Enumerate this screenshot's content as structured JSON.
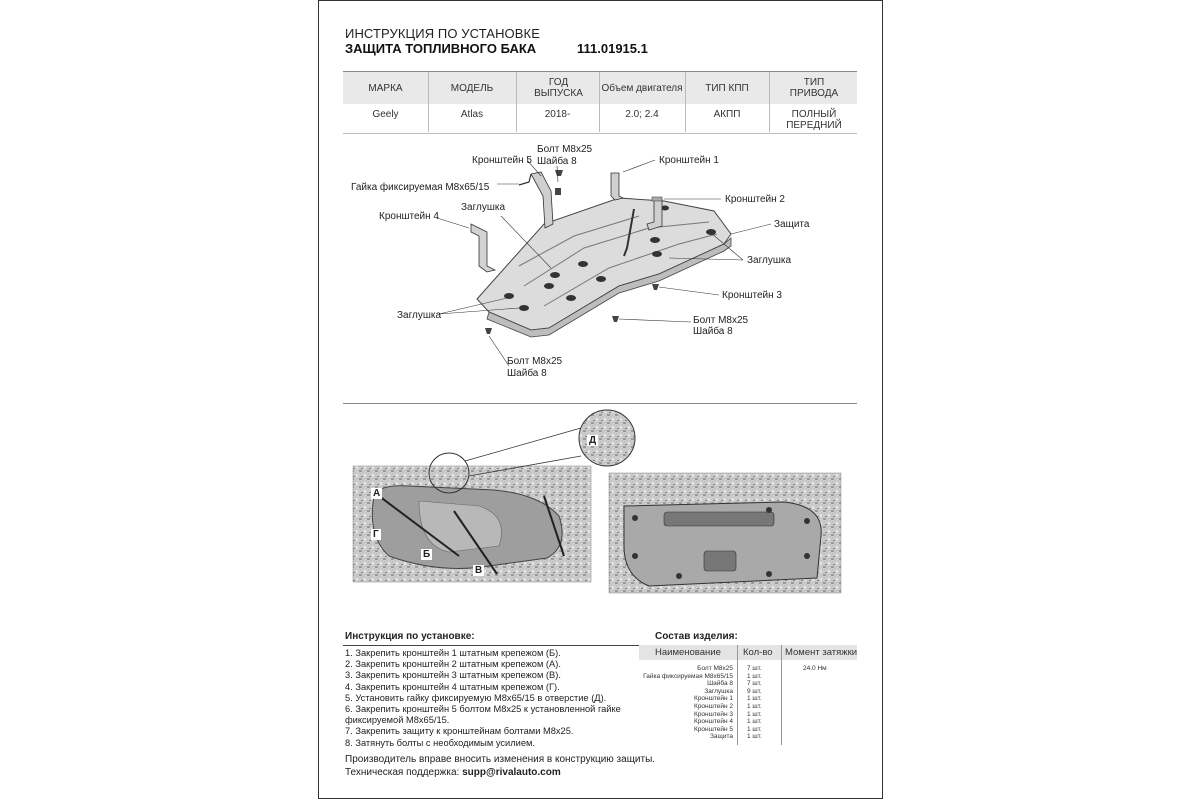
{
  "header": {
    "line1": "ИНСТРУКЦИЯ ПО УСТАНОВКЕ",
    "line2": "ЗАЩИТА ТОПЛИВНОГО БАКА",
    "part_number": "111.01915.1"
  },
  "spec_table": {
    "headers": [
      "МАРКА",
      "МОДЕЛЬ",
      "ГОД ВЫПУСКА",
      "Объем двигателя",
      "ТИП КПП",
      "ТИП ПРИВОДА"
    ],
    "values": [
      "Geely",
      "Atlas",
      "2018-",
      "2.0; 2.4",
      "АКПП",
      "ПОЛНЫЙ ПЕРЕДНИЙ"
    ]
  },
  "diagram": {
    "labels": {
      "kr5": "Кронштейн 5",
      "bolt_top": "Болт М8х25",
      "washer_top": "Шайба 8",
      "kr1": "Кронштейн 1",
      "nut": "Гайка фиксируемая М8х65/15",
      "kr2": "Кронштейн 2",
      "plug_top": "Заглушка",
      "kr4": "Кронштейн 4",
      "guard": "Защита",
      "plug_right": "Заглушка",
      "kr3": "Кронштейн 3",
      "plug_left": "Заглушка",
      "bolt_right": "Болт М8х25",
      "washer_right": "Шайба 8",
      "bolt_bottom": "Болт М8х25",
      "washer_bottom": "Шайба 8"
    }
  },
  "photos": {
    "letters": [
      "А",
      "Б",
      "В",
      "Г",
      "Д"
    ]
  },
  "instructions": {
    "title": "Инструкция по установке:",
    "steps": [
      "1. Закрепить кронштейн 1 штатным крепежом (Б).",
      "2. Закрепить кронштейн 2 штатным крепежом (А).",
      "3. Закрепить кронштейн 3 штатным крепежом (В).",
      "4. Закрепить кронштейн 4 штатным крепежом (Г).",
      "5. Установить гайку фиксируемую М8х65/15 в отверстие (Д).",
      "6. Закрепить кронштейн 5 болтом М8х25 к установленной гайке",
      "фиксируемой М8х65/15.",
      "7. Закрепить защиту к кронштейнам болтами М8х25.",
      "8. Затянуть болты с необходимым усилием."
    ]
  },
  "components": {
    "title": "Состав изделия:",
    "headers": [
      "Наименование",
      "Кол-во",
      "Момент затяжки"
    ],
    "rows": [
      {
        "name": "Болт М8х25",
        "qty": "7 шт.",
        "torque": "24.0 Нм"
      },
      {
        "name": "Гайка фиксируемая М8х65/15",
        "qty": "1 шт.",
        "torque": ""
      },
      {
        "name": "Шайба 8",
        "qty": "7 шт.",
        "torque": ""
      },
      {
        "name": "Заглушка",
        "qty": "9 шт.",
        "torque": ""
      },
      {
        "name": "Кронштейн 1",
        "qty": "1 шт.",
        "torque": ""
      },
      {
        "name": "Кронштейн 2",
        "qty": "1 шт.",
        "torque": ""
      },
      {
        "name": "Кронштейн 3",
        "qty": "1 шт.",
        "torque": ""
      },
      {
        "name": "Кронштейн 4",
        "qty": "1 шт.",
        "torque": ""
      },
      {
        "name": "Кронштейн 5",
        "qty": "1 шт.",
        "torque": ""
      },
      {
        "name": "Защита",
        "qty": "1 шт.",
        "torque": ""
      }
    ]
  },
  "footer": {
    "line1": "Производитель вправе вносить изменения в конструкцию защиты.",
    "support_label": "Техническая поддержка: ",
    "support_email": "supp@rivalauto.com"
  }
}
